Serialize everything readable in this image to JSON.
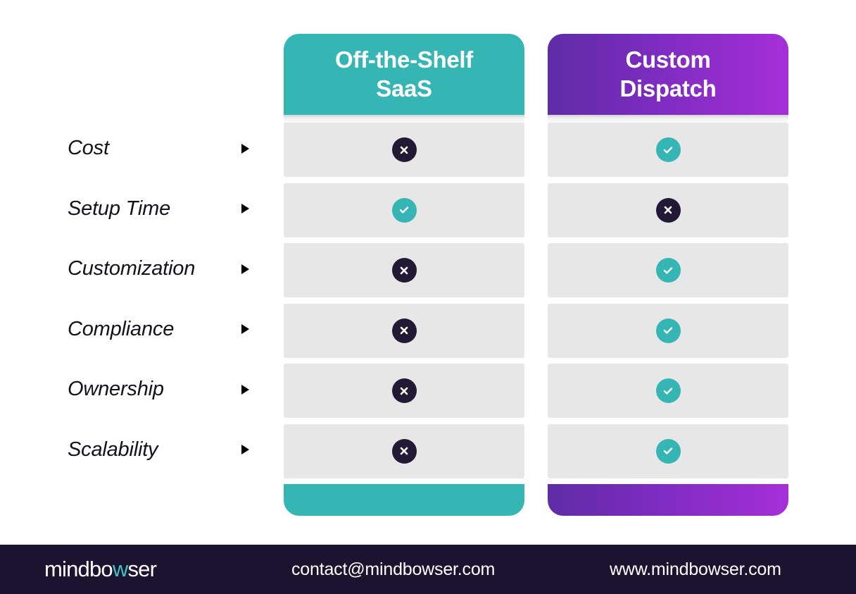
{
  "comparison": {
    "rows": [
      {
        "label": "Cost",
        "arrow_icon": "triangle-right-icon",
        "saas": "cross",
        "custom": "check"
      },
      {
        "label": "Setup Time",
        "arrow_icon": "triangle-right-icon",
        "saas": "check",
        "custom": "cross"
      },
      {
        "label": "Customization",
        "arrow_icon": "triangle-right-icon",
        "saas": "cross",
        "custom": "check"
      },
      {
        "label": "Compliance",
        "arrow_icon": "triangle-right-icon",
        "saas": "cross",
        "custom": "check"
      },
      {
        "label": "Ownership",
        "arrow_icon": "triangle-right-icon",
        "saas": "cross",
        "custom": "check"
      },
      {
        "label": "Scalability",
        "arrow_icon": "triangle-right-icon",
        "saas": "cross",
        "custom": "check"
      }
    ],
    "columns": [
      {
        "key": "saas",
        "title": "Off-the-Shelf SaaS",
        "title_line1": "Off-the-Shelf",
        "title_line2": "SaaS",
        "color": "#35b6b4"
      },
      {
        "key": "custom",
        "title": "Custom Dispatch",
        "title_line1": "Custom",
        "title_line2": "Dispatch",
        "gradient_from": "#5f2ca5",
        "gradient_to": "#a62fd8"
      }
    ],
    "icon_names": {
      "cross": "cross-circle-icon",
      "check": "check-circle-icon"
    },
    "icon_colors": {
      "cross_bg": "#221a35",
      "check_bg": "#35b6b4",
      "glyph": "#ffffff"
    },
    "cell_background": "#e7e7e7"
  },
  "footer": {
    "background": "#1c1330",
    "logo": {
      "prefix": "mindbo",
      "accent": "w",
      "suffix": "ser",
      "accent_color": "#3fc2c0"
    },
    "email": "contact@mindbowser.com",
    "website": "www.mindbowser.com"
  }
}
